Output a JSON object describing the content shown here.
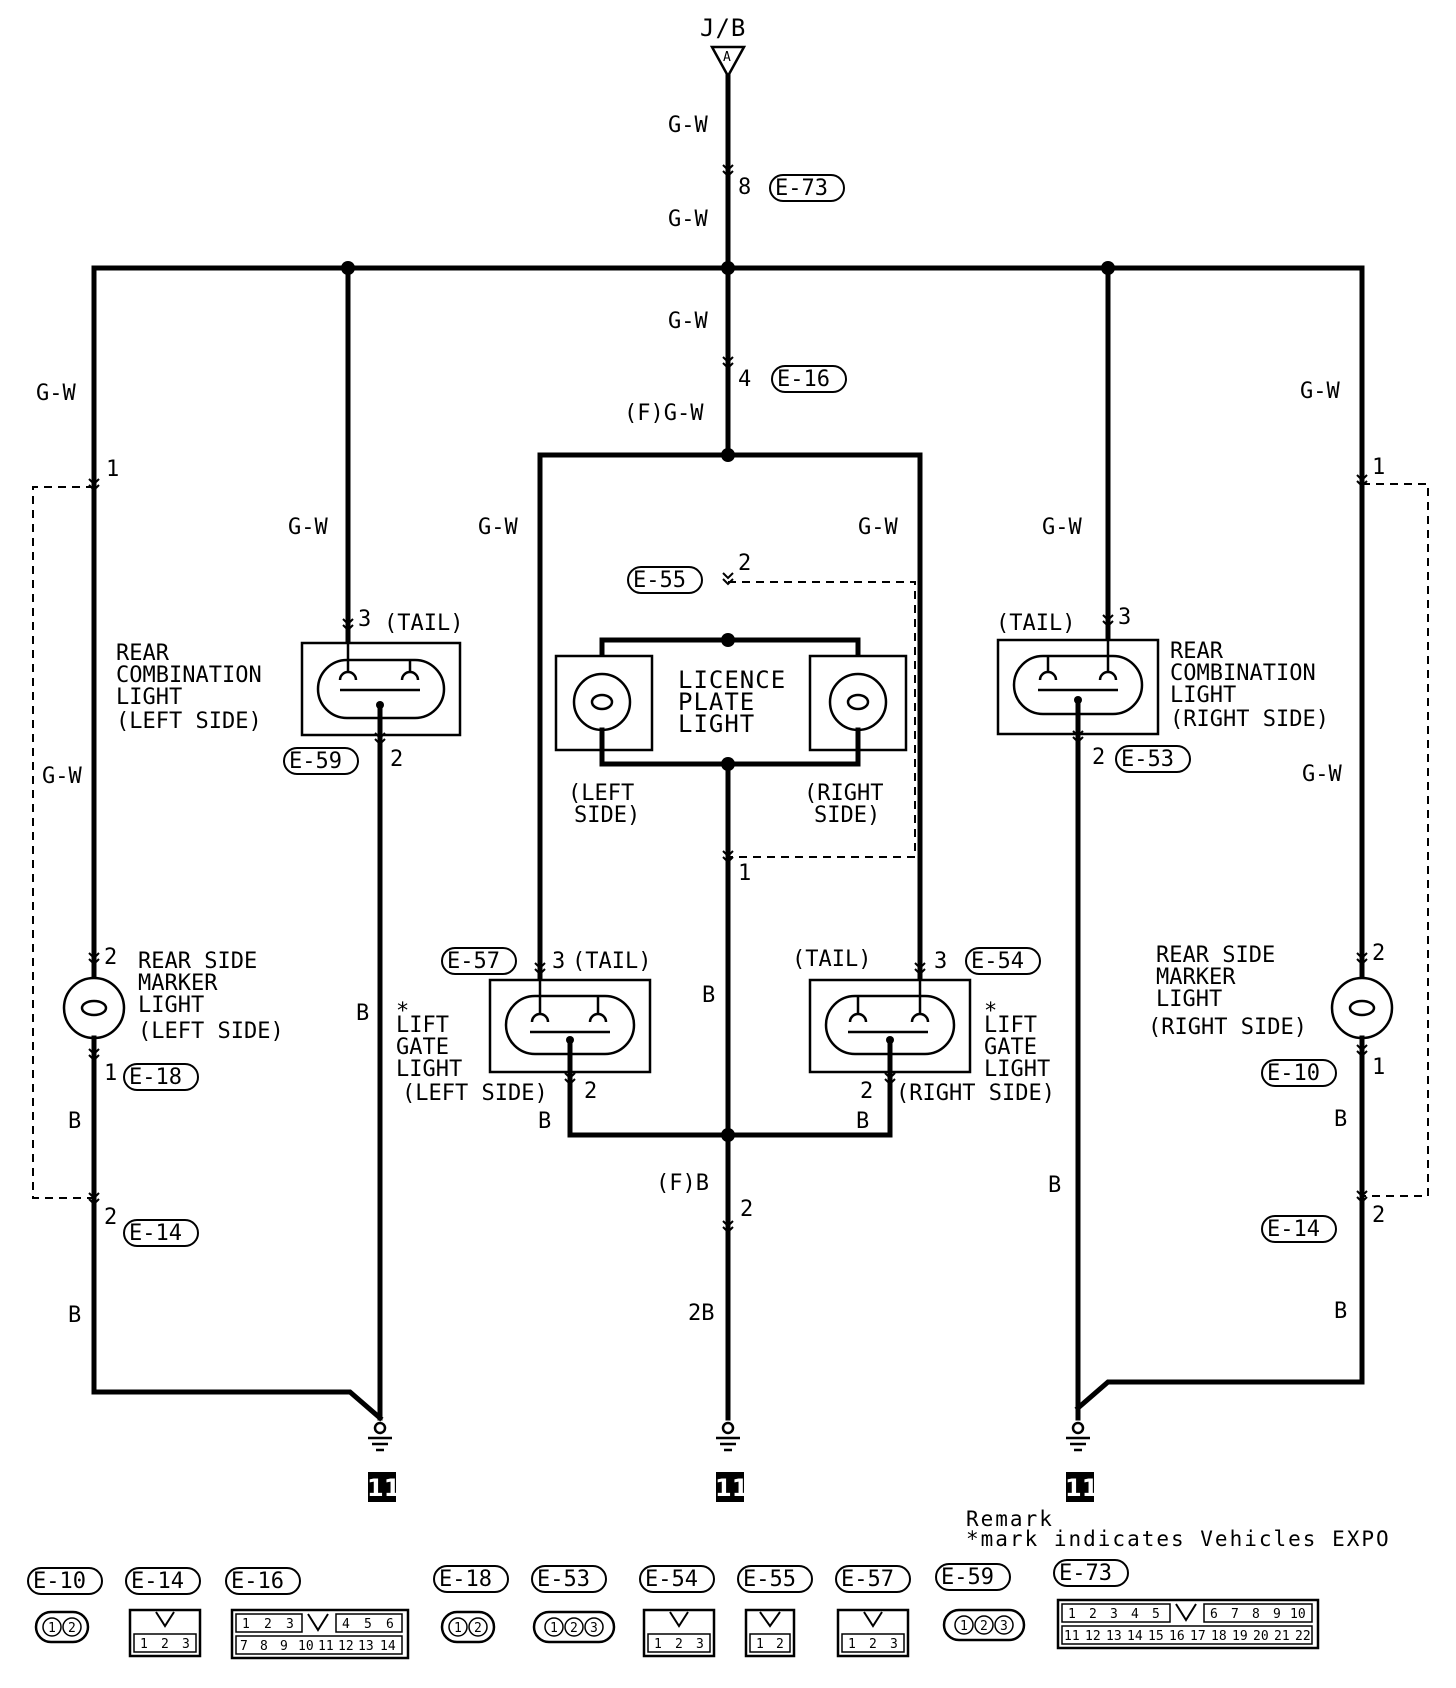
{
  "source": {
    "label": "J/B",
    "terminal": "A"
  },
  "wire_colors": {
    "gw": "G-W",
    "fgw": "(F)G-W",
    "b": "B",
    "fb": "(F)B",
    "twob": "2B"
  },
  "connectors": {
    "e73": "E-73",
    "e16": "E-16",
    "e55": "E-55",
    "e59": "E-59",
    "e53": "E-53",
    "e57": "E-57",
    "e54": "E-54",
    "e18": "E-18",
    "e10": "E-10",
    "e14": "E-14"
  },
  "pins": {
    "p1": "1",
    "p2": "2",
    "p3": "3",
    "p4": "4",
    "p8": "8"
  },
  "tail": "(TAIL)",
  "components": {
    "rcl_left": [
      "REAR",
      "COMBINATION",
      "LIGHT",
      "(LEFT SIDE)"
    ],
    "rcl_right": [
      "REAR",
      "COMBINATION",
      "LIGHT",
      "(RIGHT SIDE)"
    ],
    "licence": [
      "LICENCE",
      "PLATE",
      "LIGHT"
    ],
    "licence_left": [
      "(LEFT",
      "SIDE)"
    ],
    "licence_right": [
      "(RIGHT",
      "SIDE)"
    ],
    "marker_left": [
      "REAR SIDE",
      "MARKER",
      "LIGHT",
      "(LEFT SIDE)"
    ],
    "marker_right": [
      "REAR SIDE",
      "MARKER",
      "LIGHT",
      "(RIGHT SIDE)"
    ],
    "liftgate_left": [
      "*",
      "LIFT",
      "GATE",
      "LIGHT",
      "(LEFT SIDE)"
    ],
    "liftgate_right": [
      "*",
      "LIFT",
      "GATE",
      "LIGHT",
      "(RIGHT SIDE)"
    ]
  },
  "ground": "11",
  "remark": {
    "title": "Remark",
    "text": "*mark indicates Vehicles EXPO"
  },
  "legend": {
    "e10_pins": [
      "1",
      "2"
    ],
    "e14_pins": [
      "1",
      "2",
      "3"
    ],
    "e16_pins_top": [
      "1",
      "2",
      "3",
      "4",
      "5",
      "6"
    ],
    "e16_pins_bottom": [
      "7",
      "8",
      "9",
      "10",
      "11",
      "12",
      "13",
      "14"
    ],
    "e18_pins": [
      "1",
      "2"
    ],
    "e53_pins": [
      "1",
      "2",
      "3"
    ],
    "e54_pins": [
      "1",
      "2",
      "3"
    ],
    "e55_pins": [
      "1",
      "2"
    ],
    "e57_pins": [
      "1",
      "2",
      "3"
    ],
    "e59_pins": [
      "1",
      "2",
      "3"
    ],
    "e73_pins_top": [
      "1",
      "2",
      "3",
      "4",
      "5",
      "6",
      "7",
      "8",
      "9",
      "10"
    ],
    "e73_pins_bottom": [
      "11",
      "12",
      "13",
      "14",
      "15",
      "16",
      "17",
      "18",
      "19",
      "20",
      "21",
      "22"
    ]
  }
}
